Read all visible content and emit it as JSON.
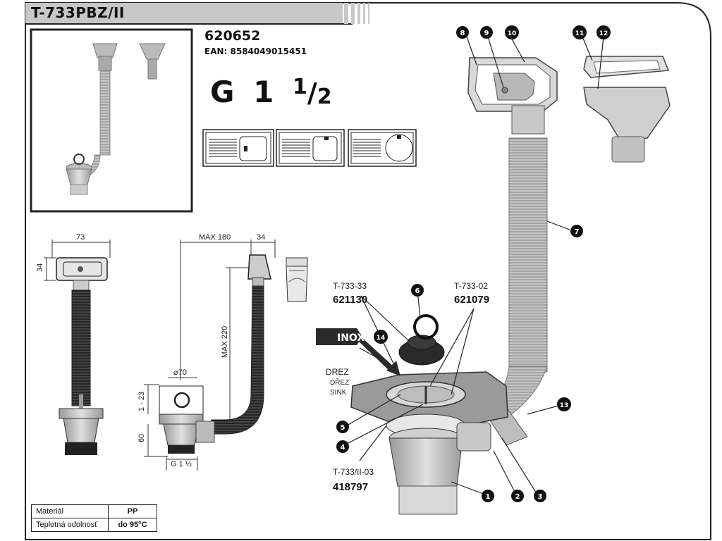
{
  "header": {
    "product_code": "T-733PBZ/II",
    "article_number": "620652",
    "ean": "EAN: 8584049015451",
    "thread": {
      "prefix": "G 1",
      "fraction_num": "1",
      "fraction_den": "2"
    }
  },
  "dimensions": {
    "width_top": "73",
    "height_top": "34",
    "max_horizontal": "MAX 180",
    "side_depth": "34",
    "max_vertical": "MAX 220",
    "diameter": "⌀70",
    "range_1_23": "1 - 23",
    "height_60": "60",
    "thread_bottom": "G 1 ½"
  },
  "callouts": {
    "inox": "INOX",
    "sink_labels": [
      "DREZ",
      "DŘEZ",
      "SINK"
    ],
    "part_a": {
      "code": "T-733-33",
      "number": "621130"
    },
    "part_b": {
      "code": "T-733-02",
      "number": "621079"
    },
    "part_c": {
      "code": "T-733/II-03",
      "number": "418797"
    }
  },
  "part_numbers": [
    "1",
    "2",
    "3",
    "4",
    "5",
    "6",
    "7",
    "8",
    "9",
    "10",
    "11",
    "12",
    "13",
    "14"
  ],
  "materials": {
    "rows": [
      {
        "label": "Materiál",
        "value": "PP"
      },
      {
        "label": "Teplotná odolnosť",
        "value": "do 95°C"
      }
    ]
  },
  "colors": {
    "frame": "#222222",
    "header_bg": "#c8c8c8",
    "part_fill": "#bdbdbd",
    "dark": "#111111"
  },
  "icons": [
    "drain-strainer-icon",
    "overflow-icon",
    "sink-icon"
  ]
}
